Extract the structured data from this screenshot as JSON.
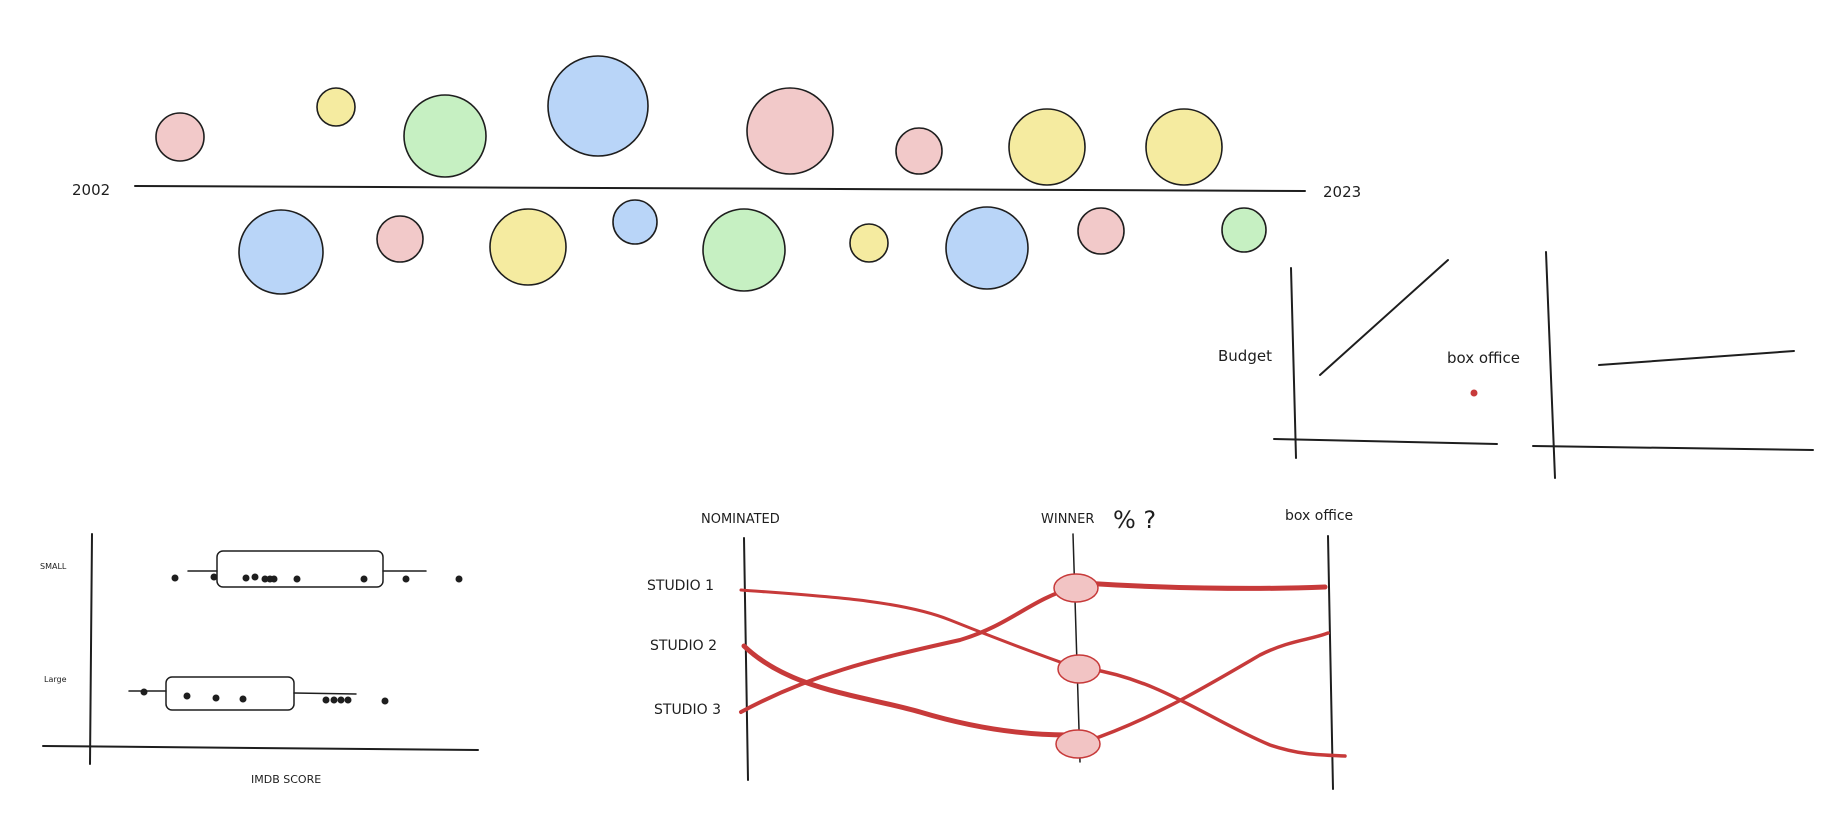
{
  "colors": {
    "ink": "#1e1e1e",
    "pink": "#f2c9c9",
    "yellow": "#f5eba0",
    "green": "#c6f0c2",
    "blue": "#b9d5f8",
    "red": "#c73a3a",
    "red_fill": "#f2c4c4"
  },
  "timeline": {
    "start_label": "2002",
    "end_label": "2023",
    "bubbles_above": [
      {
        "color": "pink",
        "size": "small"
      },
      {
        "color": "yellow",
        "size": "tiny"
      },
      {
        "color": "green",
        "size": "large"
      },
      {
        "color": "blue",
        "size": "xlarge"
      },
      {
        "color": "pink",
        "size": "xlarge"
      },
      {
        "color": "pink",
        "size": "small"
      },
      {
        "color": "yellow",
        "size": "large"
      },
      {
        "color": "yellow",
        "size": "large"
      }
    ],
    "bubbles_below": [
      {
        "color": "blue",
        "size": "large"
      },
      {
        "color": "pink",
        "size": "small"
      },
      {
        "color": "yellow",
        "size": "large"
      },
      {
        "color": "blue",
        "size": "small"
      },
      {
        "color": "green",
        "size": "large"
      },
      {
        "color": "yellow",
        "size": "tiny"
      },
      {
        "color": "blue",
        "size": "large"
      },
      {
        "color": "pink",
        "size": "small"
      },
      {
        "color": "green",
        "size": "small"
      }
    ]
  },
  "scatter_sketches": {
    "budget_label": "Budget",
    "box_office_label": "box office"
  },
  "boxplot": {
    "row_small_label": "SMALL",
    "row_large_label": "Large",
    "x_label": "IMDB SCORE"
  },
  "slope_chart": {
    "col_nominated": "NOMINATED",
    "col_winner": "WINNER",
    "col_winner_note": "% ?",
    "col_box_office": "box office",
    "studios": [
      "STUDIO 1",
      "STUDIO 2",
      "STUDIO 3"
    ]
  }
}
